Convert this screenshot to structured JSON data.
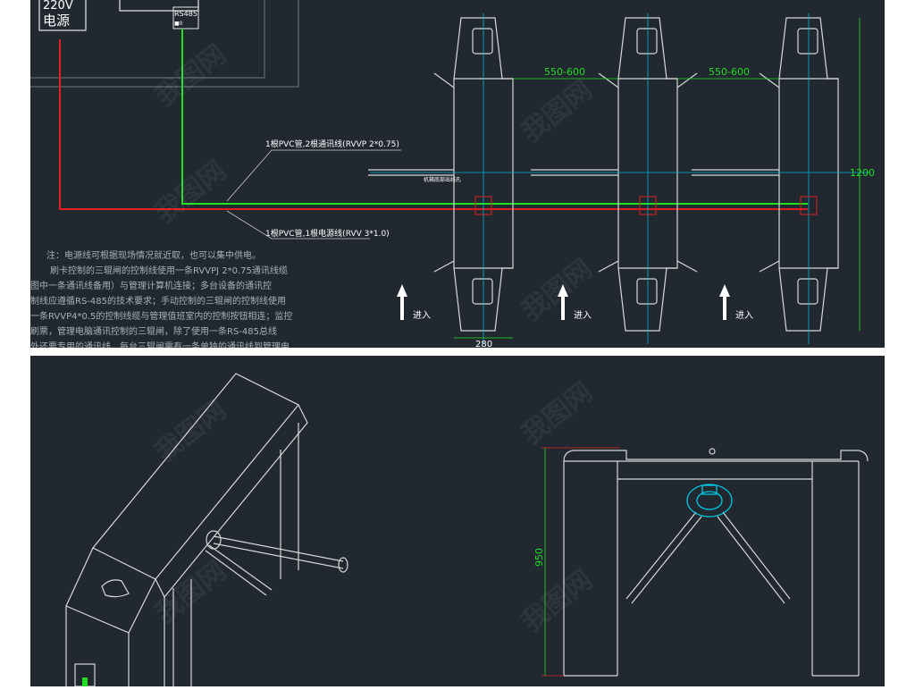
{
  "top_plan": {
    "power_label_line1": "220V",
    "power_label_line2": "电源",
    "rs485_label": "RS485",
    "rs485_sub": "■0",
    "cable_signal_label": "1根PVC管,2根通讯线(RVVP 2*0.75)",
    "cable_power_label": "1根PVC管,1根电源线(RVV 3*1.0)",
    "small_box_label": "机箱底部出线孔",
    "dim_spacing_1": "550-600",
    "dim_spacing_2": "550-600",
    "dim_height": "1200",
    "dim_width": "280",
    "entry_labels": [
      "进入",
      "进入",
      "进入"
    ],
    "notes": [
      "注：电源线可根据现场情况就近取，也可以集中供电。",
      "刷卡控制的三辊闸的控制线使用一条RVVPJ 2*0.75通讯线缆",
      "图中一条通讯线备用）与管理计算机连接；多台设备的通讯控",
      "制线应遵循RS-485的技术要求；手动控制的三辊闸的控制线使用",
      "一条RVVP4*0.5的控制线缆与管理值班室内的控制按钮相连；监控",
      "刷票，管理电脑通讯控制的三辊闸，除了使用一条RS-485总线",
      "外还要专用的通讯线，每台三辊闸需有一条单独的通讯线到管理电"
    ]
  },
  "front_view": {
    "dim_height": "950"
  },
  "watermark": "我图网",
  "colors": {
    "background": "#212830",
    "line": "#d8d8d8",
    "power_wire": "#e02020",
    "signal_wire": "#20e020",
    "axis": "#00b4d8",
    "dimension": "#22dd22"
  }
}
